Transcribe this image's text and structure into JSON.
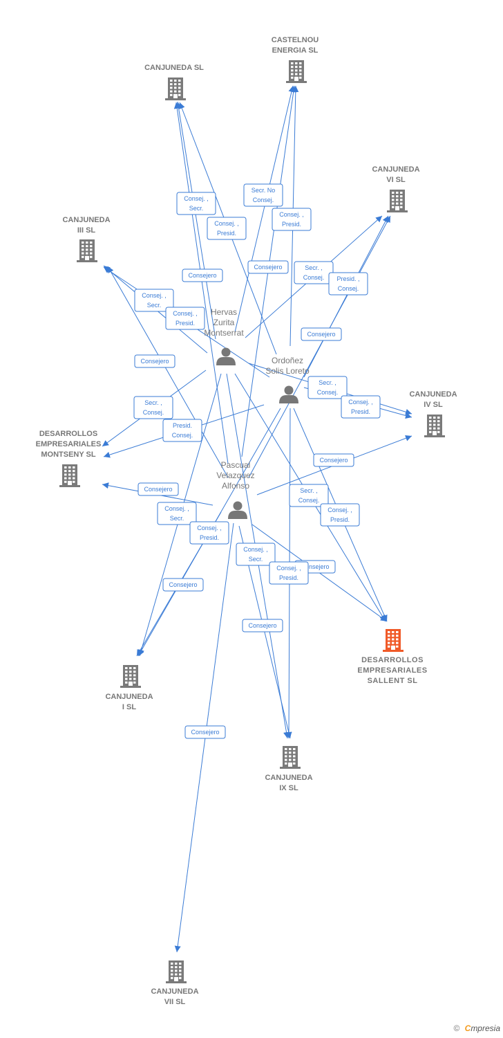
{
  "colors": {
    "edge": "#3a7bd5",
    "company": "#7a7a7a",
    "focus_company": "#f05a28",
    "person": "#777777"
  },
  "companies": [
    {
      "id": "canjuneda",
      "lines": [
        "CANJUNEDA SL"
      ],
      "focus": false
    },
    {
      "id": "castelnou",
      "lines": [
        "CASTELNOU",
        "ENERGIA SL"
      ],
      "focus": false
    },
    {
      "id": "canjuneda-vi",
      "lines": [
        "CANJUNEDA",
        "VI SL"
      ],
      "focus": false
    },
    {
      "id": "canjuneda-iii",
      "lines": [
        "CANJUNEDA",
        "III SL"
      ],
      "focus": false
    },
    {
      "id": "canjuneda-iv",
      "lines": [
        "CANJUNEDA",
        "IV SL"
      ],
      "focus": false
    },
    {
      "id": "montseny",
      "lines": [
        "DESARROLLOS",
        "EMPRESARIALES",
        "MONTSENY SL"
      ],
      "focus": false
    },
    {
      "id": "sallent",
      "lines": [
        "DESARROLLOS",
        "EMPRESARIALES",
        "SALLENT SL"
      ],
      "focus": true
    },
    {
      "id": "canjuneda-i",
      "lines": [
        "CANJUNEDA",
        "I SL"
      ],
      "focus": false
    },
    {
      "id": "canjuneda-ix",
      "lines": [
        "CANJUNEDA",
        "IX SL"
      ],
      "focus": false
    },
    {
      "id": "canjuneda-vii",
      "lines": [
        "CANJUNEDA",
        "VII SL"
      ],
      "focus": false
    }
  ],
  "persons": [
    {
      "id": "hervas",
      "lines": [
        "Hervas",
        "Zurita",
        "Montserrat"
      ]
    },
    {
      "id": "ordonez",
      "lines": [
        "Ordoñez",
        "Solis Loreto"
      ]
    },
    {
      "id": "pascual",
      "lines": [
        "Pascual",
        "Velazquez",
        "Alfonso"
      ]
    }
  ],
  "edges": [
    {
      "from": "hervas",
      "to": "canjuneda",
      "label": [
        "Consej. ,",
        "Secr."
      ]
    },
    {
      "from": "ordonez",
      "to": "canjuneda",
      "label": [
        "Consej. ,",
        "Presid."
      ]
    },
    {
      "from": "pascual",
      "to": "canjuneda",
      "label": [
        "Consejero"
      ]
    },
    {
      "from": "hervas",
      "to": "castelnou",
      "label": [
        "Secr.  No",
        "Consej."
      ]
    },
    {
      "from": "ordonez",
      "to": "castelnou",
      "label": [
        "Consej. ,",
        "Presid."
      ]
    },
    {
      "from": "pascual",
      "to": "castelnou",
      "label": [
        "Consejero"
      ]
    },
    {
      "from": "hervas",
      "to": "canjuneda-vi",
      "label": [
        "Secr. ,",
        "Consej."
      ]
    },
    {
      "from": "ordonez",
      "to": "canjuneda-vi",
      "label": [
        "Presid. ,",
        "Consej."
      ]
    },
    {
      "from": "pascual",
      "to": "canjuneda-vi",
      "label": [
        "Consejero"
      ]
    },
    {
      "from": "hervas",
      "to": "canjuneda-iii",
      "label": [
        "Consej. ,",
        "Secr."
      ]
    },
    {
      "from": "ordonez",
      "to": "canjuneda-iii",
      "label": [
        "Consej. ,",
        "Presid."
      ]
    },
    {
      "from": "pascual",
      "to": "canjuneda-iii",
      "label": [
        "Consejero"
      ]
    },
    {
      "from": "hervas",
      "to": "canjuneda-iv",
      "label": [
        "Secr. ,",
        "Consej."
      ]
    },
    {
      "from": "ordonez",
      "to": "canjuneda-iv",
      "label": [
        "Consej. ,",
        "Presid."
      ]
    },
    {
      "from": "pascual",
      "to": "canjuneda-iv",
      "label": [
        "Consejero"
      ]
    },
    {
      "from": "hervas",
      "to": "montseny",
      "label": [
        "Secr. ,",
        "Consej."
      ]
    },
    {
      "from": "ordonez",
      "to": "montseny",
      "label": [
        "Presid.",
        "Consej."
      ]
    },
    {
      "from": "pascual",
      "to": "montseny",
      "label": [
        "Consejero"
      ]
    },
    {
      "from": "hervas",
      "to": "sallent",
      "label": [
        "Secr. ,",
        "Consej."
      ]
    },
    {
      "from": "ordonez",
      "to": "sallent",
      "label": [
        "Consej. ,",
        "Presid."
      ]
    },
    {
      "from": "pascual",
      "to": "sallent",
      "label": [
        "Consejero"
      ]
    },
    {
      "from": "pascual",
      "to": "canjuneda-i",
      "label": [
        "Consej. ,",
        "Secr."
      ]
    },
    {
      "from": "ordonez",
      "to": "canjuneda-i",
      "label": [
        "Consej. ,",
        "Presid."
      ]
    },
    {
      "from": "hervas",
      "to": "canjuneda-i",
      "label": [
        "Consejero"
      ]
    },
    {
      "from": "hervas",
      "to": "canjuneda-ix",
      "label": [
        "Consej. ,",
        "Secr."
      ]
    },
    {
      "from": "pascual",
      "to": "canjuneda-ix",
      "label": [
        "Consej. ,",
        "Presid."
      ]
    },
    {
      "from": "ordonez",
      "to": "canjuneda-ix",
      "label": [
        "Consejero"
      ]
    },
    {
      "from": "pascual",
      "to": "canjuneda-vii",
      "label": [
        "Consejero"
      ]
    }
  ],
  "footer": {
    "copyright": "©",
    "brand_initial": "C",
    "brand_rest": "mpresia"
  }
}
